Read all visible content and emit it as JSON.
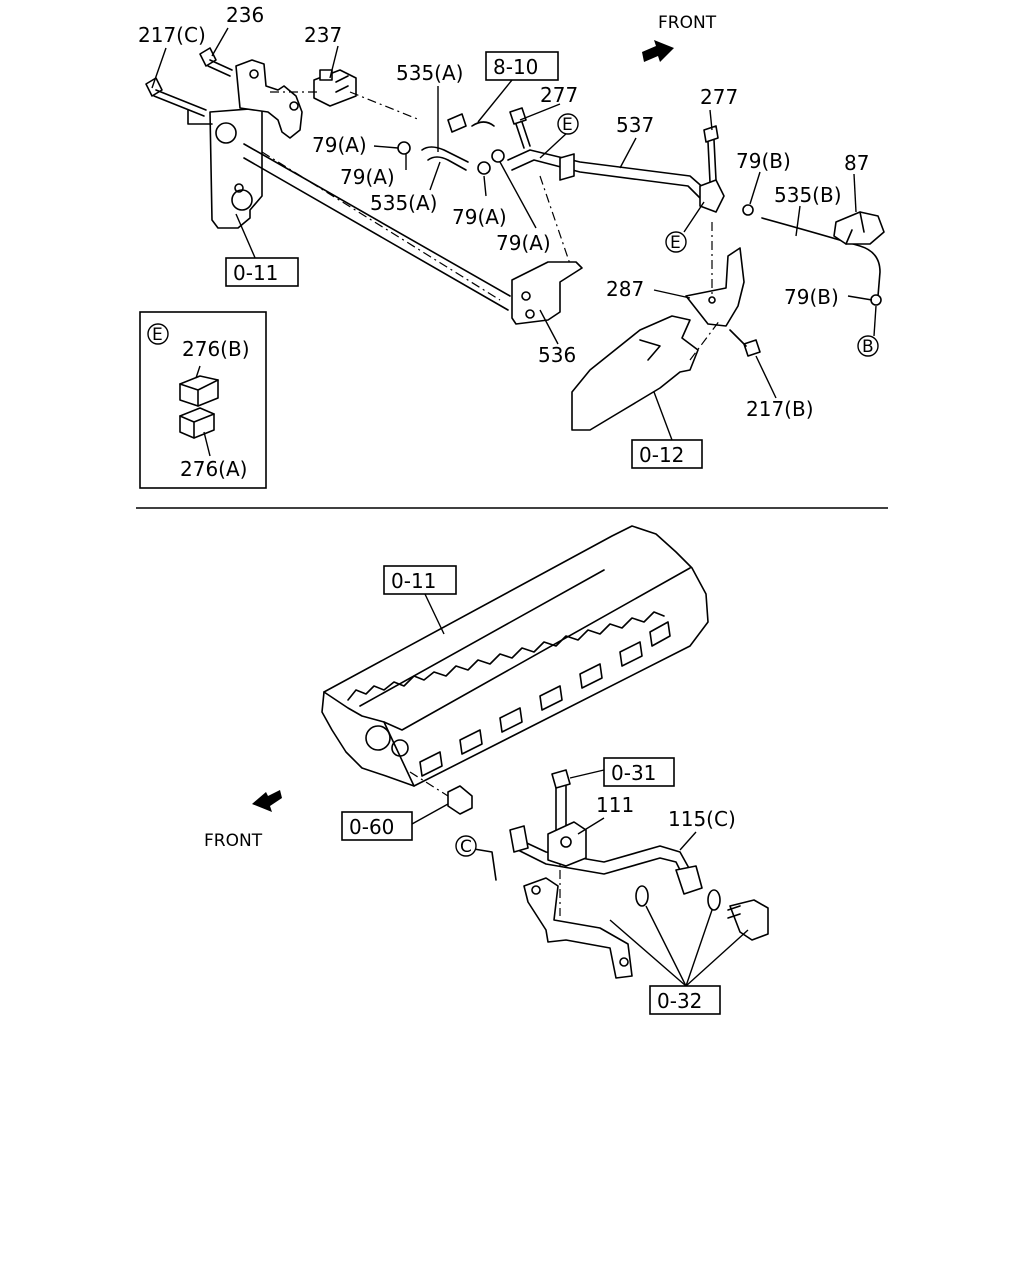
{
  "top": {
    "front_label": "FRONT",
    "callouts": {
      "c217c": "217(C)",
      "c236": "236",
      "c237": "237",
      "c535a_top": "535(A)",
      "c277_left": "277",
      "c537": "537",
      "c277_right": "277",
      "c79a_1": "79(A)",
      "c79a_2": "79(A)",
      "c535a_mid": "535(A)",
      "c79a_3": "79(A)",
      "c79a_4": "79(A)",
      "c79b_1": "79(B)",
      "c87": "87",
      "c535b": "535(B)",
      "c287": "287",
      "c79b_2": "79(B)",
      "c536": "536",
      "c217b": "217(B)"
    },
    "ref_boxes": {
      "r8_10": "8-10",
      "r0_11": "0-11",
      "r0_12": "0-12"
    },
    "circle_letters": {
      "e_top": "E",
      "e_mid": "E",
      "b": "B"
    },
    "inset": {
      "circle_letter": "E",
      "c276b": "276(B)",
      "c276a": "276(A)"
    }
  },
  "bottom": {
    "front_label": "FRONT",
    "callouts": {
      "c111": "111",
      "c115c": "115(C)"
    },
    "ref_boxes": {
      "r0_11": "0-11",
      "r0_31": "0-31",
      "r0_60": "0-60",
      "r0_32": "0-32"
    },
    "circle_letters": {
      "c": "C"
    }
  }
}
